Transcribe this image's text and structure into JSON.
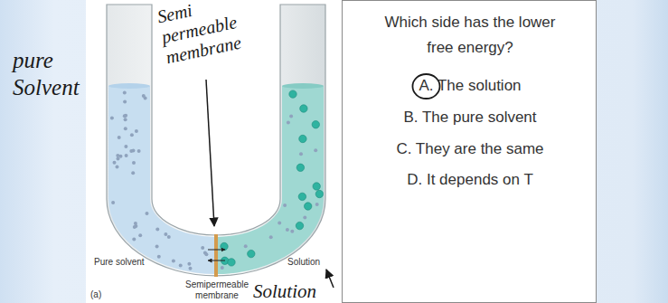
{
  "diagram": {
    "nodes": [
      {
        "text": [
          "Which side has the lower free energy?",
          "A. The solution",
          "B. The pure solvent",
          "C. They are the same",
          "D. It depends on T"
        ]
      }
    ],
    "labels": [
      "pure Solvent",
      "Semi permeable membrane",
      "Pure solvent",
      "Solution",
      "Semipermeable membrane",
      "(a)",
      "Solution"
    ]
  }
}
